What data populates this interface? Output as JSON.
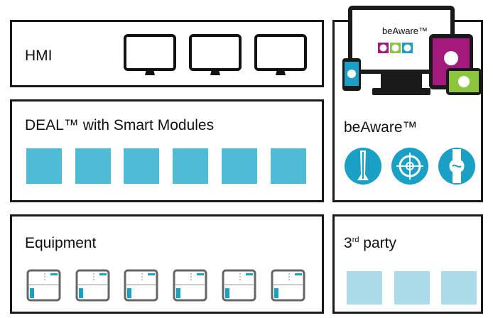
{
  "hmi": {
    "label": "HMI",
    "monitor_icon": "monitor-icon",
    "monitor_count": 3
  },
  "deal": {
    "label": "DEAL™ with Smart Modules",
    "module_count": 6,
    "module_color": "#4dbcd4"
  },
  "equipment": {
    "label": "Equipment",
    "unit_count": 6,
    "unit_icon": "equipment-unit-icon"
  },
  "third_party": {
    "label_base": "3",
    "label_sup": "rd",
    "label_rest": " party",
    "tile_count": 3,
    "tile_color": "#acdbe9"
  },
  "beaware": {
    "label": "beAware™",
    "screen_title": "beAware™",
    "app_icons": [
      "pin-icon",
      "target-icon",
      "connector-icon"
    ],
    "devices": [
      "monitor-icon",
      "phone-icon",
      "tablet-icon",
      "small-device-icon"
    ],
    "colors": {
      "teal": "#1aa0c4",
      "magenta": "#a6197c",
      "green": "#8cc63f"
    }
  }
}
